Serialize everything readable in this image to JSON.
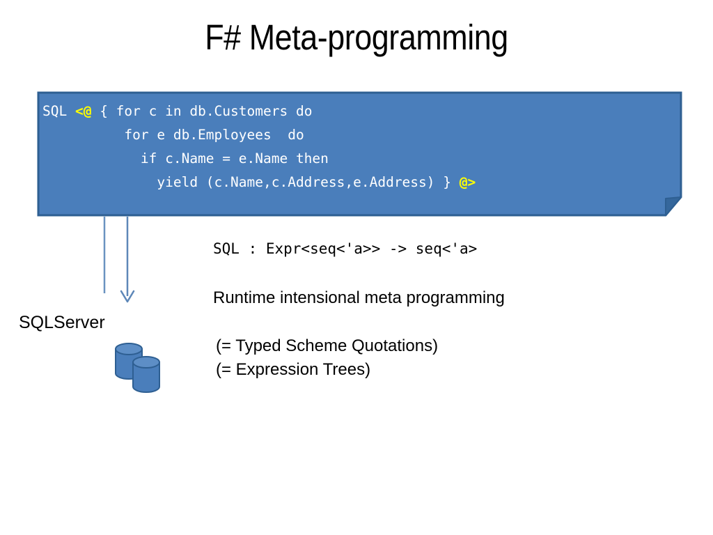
{
  "slide": {
    "title": "F# Meta-programming",
    "background_color": "#ffffff"
  },
  "code_callout": {
    "name": "f-sharp-quotation-code",
    "fill_color": "#4a7ebb",
    "border_color": "#2e5f92",
    "fold_color": "#35679c",
    "text_color": "#ffffff",
    "highlight_color": "#ffff00",
    "lines": [
      {
        "segments": [
          {
            "text": "SQL ",
            "highlight": false
          },
          {
            "text": "<@",
            "highlight": true
          },
          {
            "text": " { for c in db.Customers do",
            "highlight": false
          }
        ]
      },
      {
        "segments": [
          {
            "text": "          for e db.Employees  do",
            "highlight": false
          }
        ]
      },
      {
        "segments": [
          {
            "text": "            if c.Name = e.Name then",
            "highlight": false
          }
        ]
      },
      {
        "segments": [
          {
            "text": "              yield (c.Name,c.Address,e.Address) } ",
            "highlight": false
          },
          {
            "text": "@>",
            "highlight": true
          }
        ]
      }
    ],
    "plain_text": "SQL <@ { for c in db.Customers do\n          for e db.Employees  do\n            if c.Name = e.Name then\n              yield (c.Name,c.Address,e.Address) } @>"
  },
  "connectors": {
    "line_color": "#4a7ebb",
    "arrow_color": "#4a7ebb",
    "plain_line_label": "connector-line-left",
    "arrow_line_label": "connector-arrow-right"
  },
  "sqlserver": {
    "label": "SQLServer",
    "icon_name": "database-cylinders-icon",
    "icon_fill": "#4a7ebb",
    "icon_stroke": "#2e5f92"
  },
  "annotations": {
    "signature": "SQL : Expr<seq<'a>> -> seq<'a>",
    "runtime": "Runtime intensional meta programming",
    "equivalences": [
      "(= Typed Scheme Quotations)",
      "(= Expression Trees)"
    ]
  }
}
